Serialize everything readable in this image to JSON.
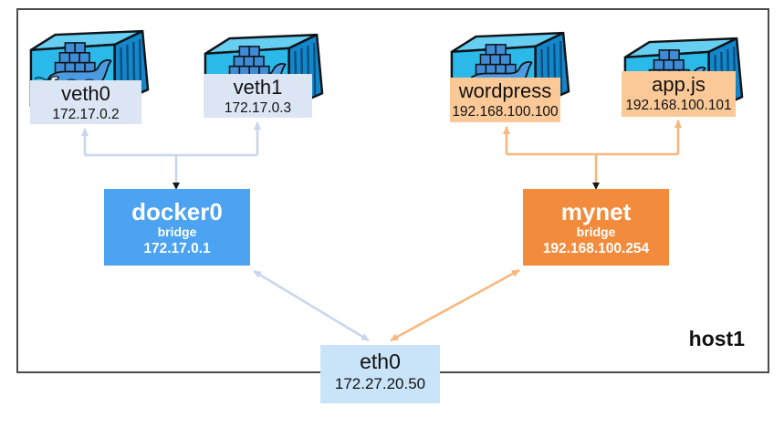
{
  "host": {
    "label": "host1"
  },
  "containers": [
    {
      "name": "veth0",
      "ip": "172.17.0.2",
      "icon": "docker-container-icon",
      "label_style": "blue",
      "attached_to": "docker0"
    },
    {
      "name": "veth1",
      "ip": "172.17.0.3",
      "icon": "docker-container-icon",
      "label_style": "blue",
      "attached_to": "docker0"
    },
    {
      "name": "wordpress",
      "ip": "192.168.100.100",
      "icon": "docker-container-icon",
      "label_style": "orange",
      "attached_to": "mynet"
    },
    {
      "name": "app.js",
      "ip": "192.168.100.101",
      "icon": "docker-container-icon",
      "label_style": "orange",
      "attached_to": "mynet"
    }
  ],
  "bridges": [
    {
      "name": "docker0",
      "type": "bridge",
      "ip": "172.17.0.1"
    },
    {
      "name": "mynet",
      "type": "bridge",
      "ip": "192.168.100.254"
    }
  ],
  "host_interface": {
    "name": "eth0",
    "ip": "172.27.20.50"
  },
  "connections": [
    {
      "from": "docker0",
      "to": "veth0",
      "style": "blue-arrow"
    },
    {
      "from": "docker0",
      "to": "veth1",
      "style": "blue-arrow"
    },
    {
      "from": "mynet",
      "to": "wordpress",
      "style": "orange-arrow"
    },
    {
      "from": "mynet",
      "to": "app.js",
      "style": "orange-arrow"
    },
    {
      "from": "docker0",
      "to": "eth0",
      "style": "blue-arrow",
      "bidirectional": true
    },
    {
      "from": "mynet",
      "to": "eth0",
      "style": "orange-arrow",
      "bidirectional": true
    }
  ],
  "colors": {
    "docker0_fill": "#4BA3F2",
    "mynet_fill": "#F28C3C",
    "label_blue": "#DCE5F4",
    "label_orange": "#FBC998",
    "eth0_fill": "#C9E3F9",
    "arrow_blue": "#C9D6EC",
    "arrow_orange": "#F8B77E",
    "icon_front": "#2BB9E9",
    "icon_top": "#66CEF1",
    "icon_side": "#1487CB",
    "whale_body": "#4C9BE0",
    "whale_boxes": "#3F8CD6",
    "host_border": "#4B4B4B"
  }
}
